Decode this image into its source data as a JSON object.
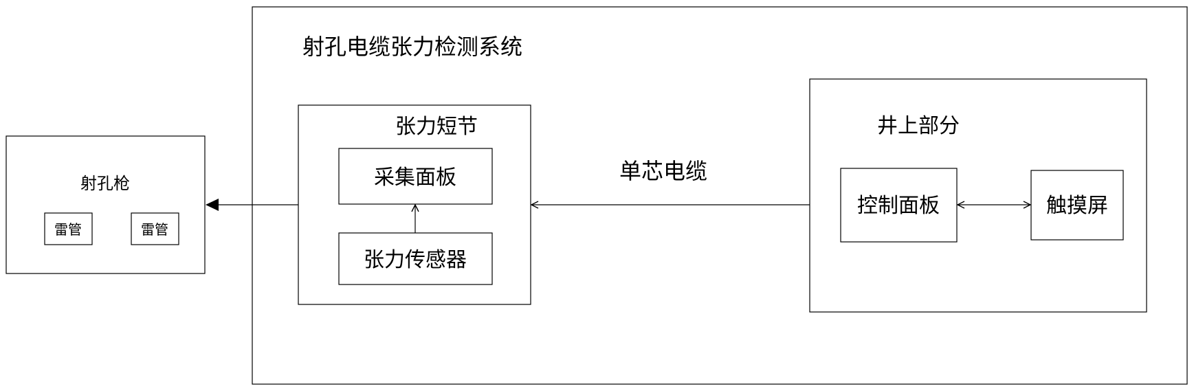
{
  "system": {
    "title": "射孔电缆张力检测系统"
  },
  "gun": {
    "title": "射孔枪",
    "detonator_left": "雷管",
    "detonator_right": "雷管"
  },
  "tension_sub": {
    "title": "张力短节",
    "acq_board": "采集面板",
    "sensor": "张力传感器"
  },
  "cable": {
    "label": "单芯电缆"
  },
  "surface": {
    "title": "井上部分",
    "control_panel": "控制面板",
    "touchscreen": "触摸屏"
  }
}
